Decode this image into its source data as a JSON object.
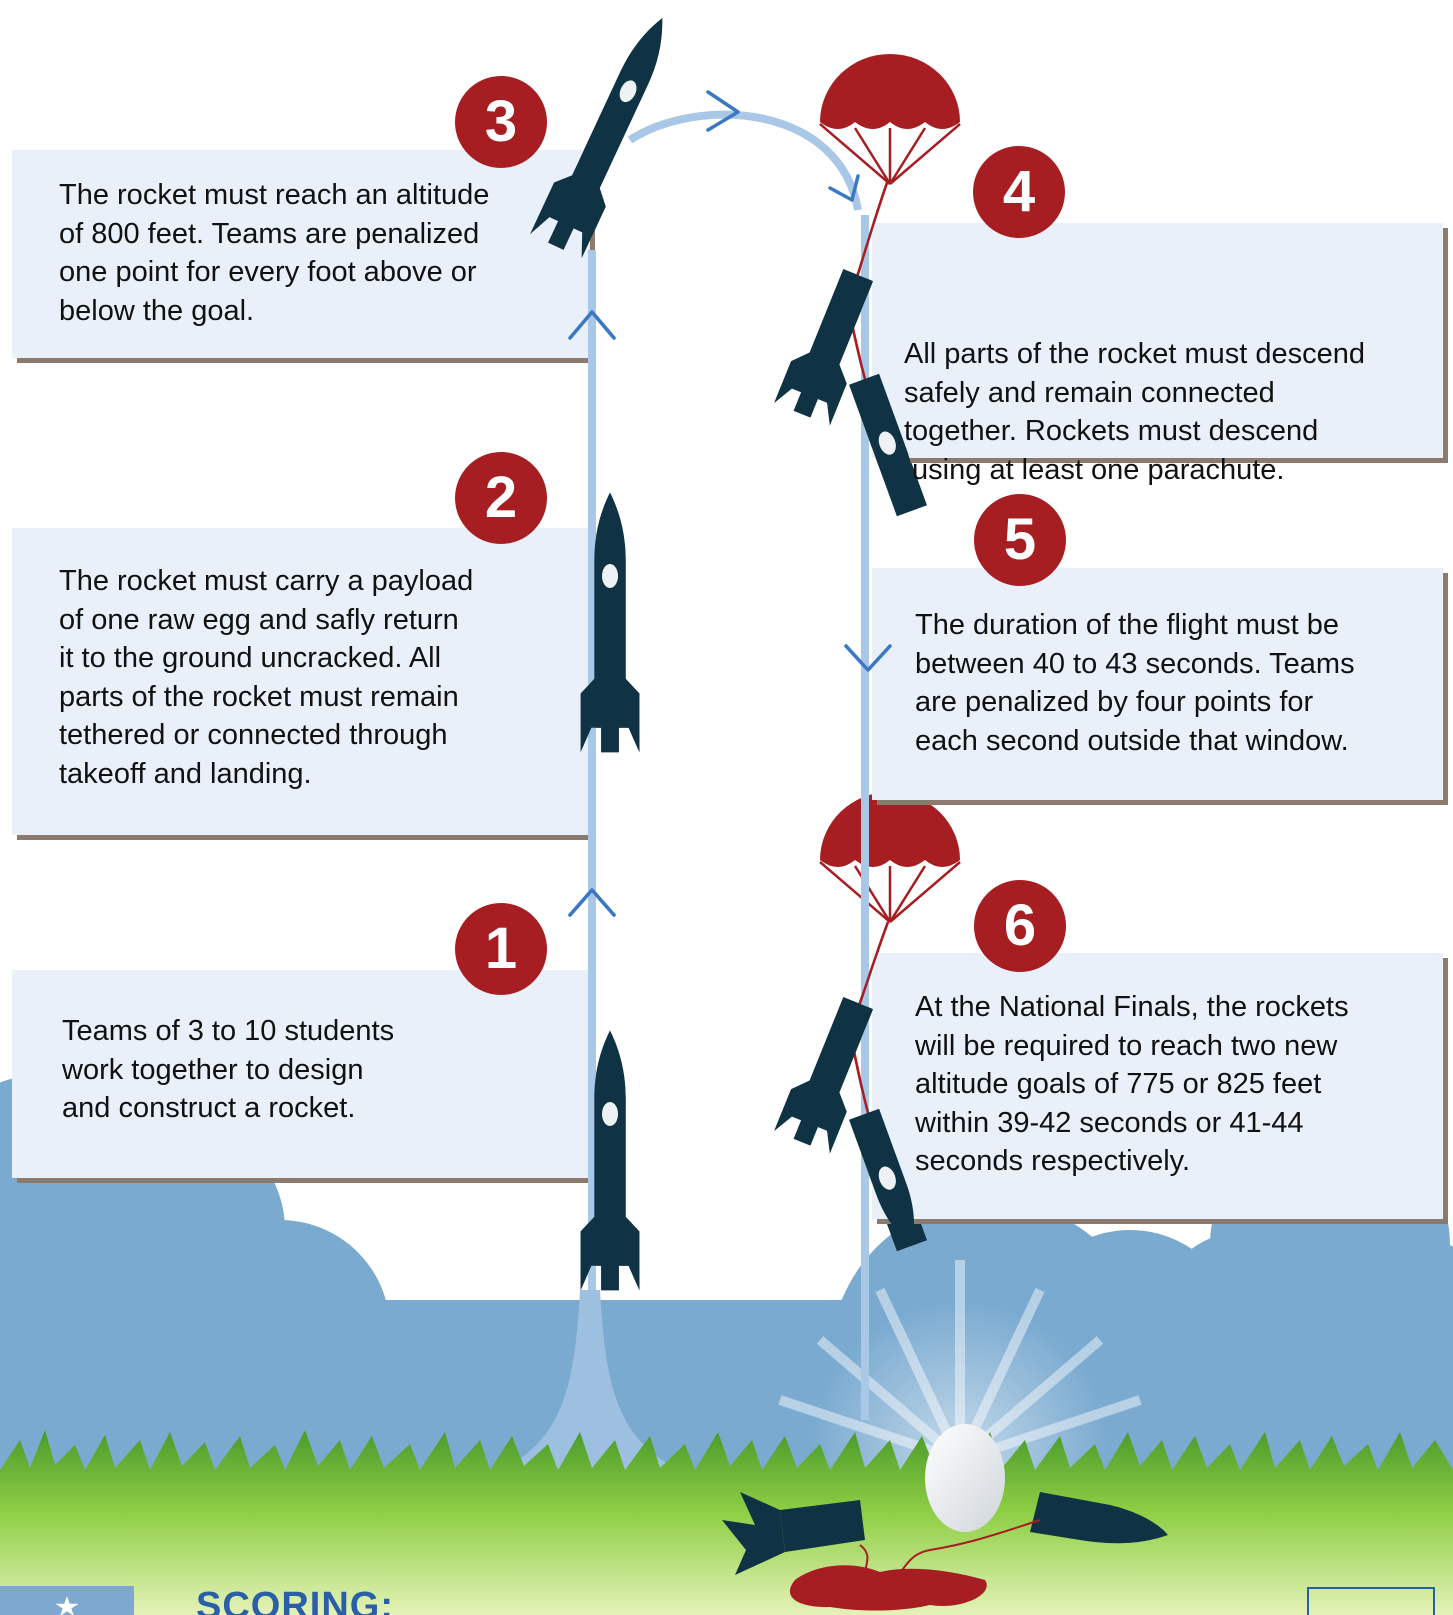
{
  "steps": [
    {
      "number": "1",
      "text": [
        "Teams of 3 to 10 students",
        "work together to design",
        "and construct a rocket."
      ]
    },
    {
      "number": "2",
      "text": [
        "The rocket must carry a payload",
        "of one raw egg and safly return",
        "it to the ground uncracked. All",
        "parts of the rocket must remain",
        "tethered or connected through",
        "takeoff and landing."
      ]
    },
    {
      "number": "3",
      "text": [
        "The rocket must reach an altitude",
        "of 800 feet. Teams are penalized",
        "one point for every foot above or",
        "below the goal."
      ]
    },
    {
      "number": "4",
      "text": [
        "All parts of the rocket must descend",
        "safely and remain connected",
        "together. Rockets must descend",
        " using at least one parachute."
      ]
    },
    {
      "number": "5",
      "text": [
        "The duration of the flight must be",
        "between 40 to 43 seconds. Teams",
        "are penalized by four points for",
        "each second outside that window."
      ]
    },
    {
      "number": "6",
      "text": [
        "At the National Finals, the rockets",
        "will be required to reach two new",
        "altitude goals of 775 or 825 feet",
        "within 39-42 seconds or 41-44",
        "seconds respectively."
      ]
    }
  ],
  "footer": {
    "heading": "SCORING:"
  },
  "colors": {
    "rocket": "#0f3344",
    "badge": "#a61e22",
    "card": "#e9f0fa",
    "card_shadow": "#8c7a6e",
    "path": "#a9c7e6",
    "cloud": "#7aaad0",
    "grass": "#5aa52f",
    "parachute": "#a61e22"
  },
  "icons": [
    "rocket-icon",
    "parachute-icon",
    "egg-icon",
    "arrow-up-icon",
    "arrow-down-icon",
    "arrow-right-icon",
    "star-icon"
  ]
}
